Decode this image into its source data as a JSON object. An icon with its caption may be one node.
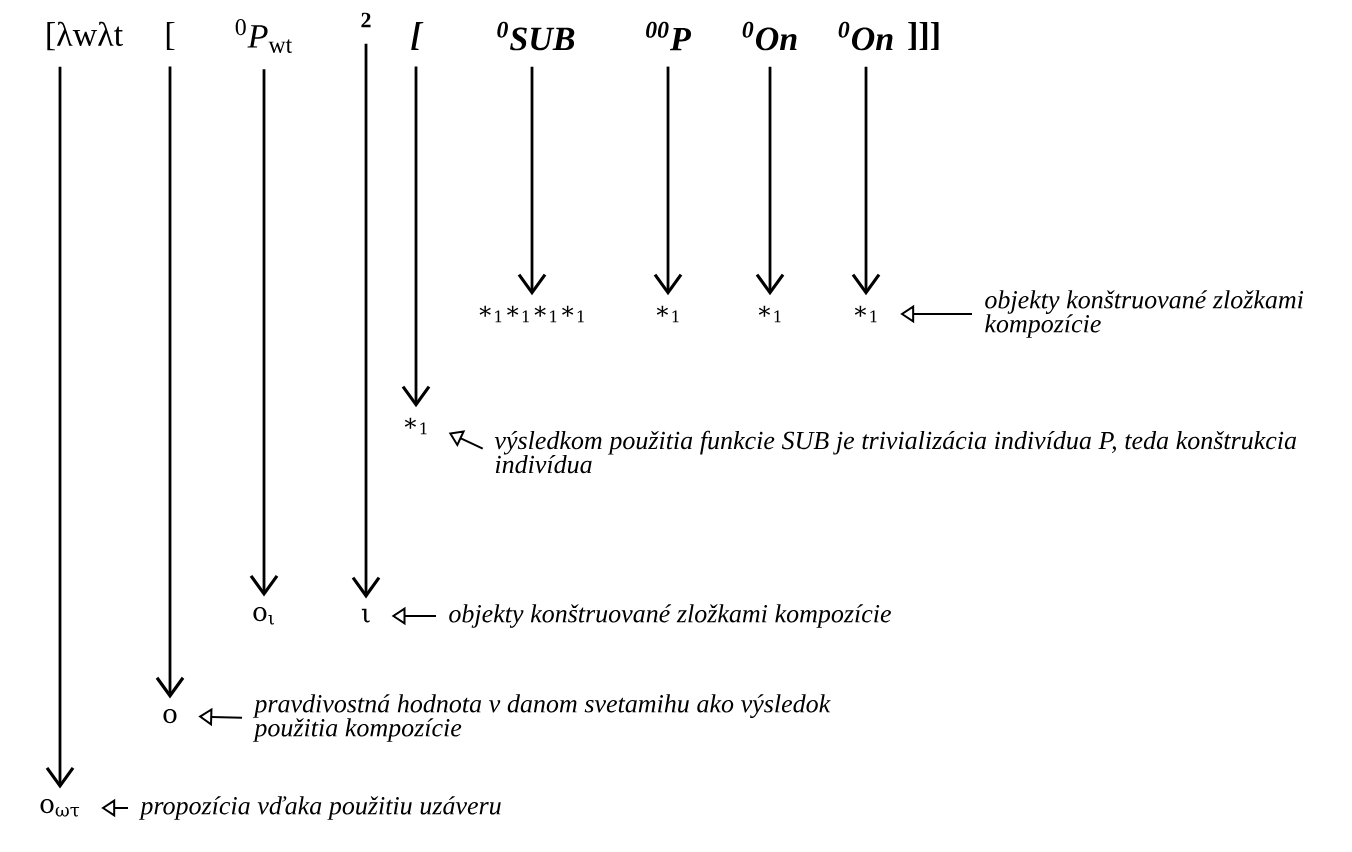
{
  "diagram": {
    "nodes": [
      {
        "text": [
          "[λwλt"
        ]
      },
      {
        "text": [
          "["
        ]
      },
      {
        "text": [
          "$^{0}$*P*$_{wt}$"
        ]
      },
      {
        "text": [
          "2"
        ]
      },
      {
        "text": [
          "["
        ]
      },
      {
        "text": [
          "$^{0}$SUB"
        ]
      },
      {
        "text": [
          "$^{00}$P"
        ]
      },
      {
        "text": [
          "$^{0}$On"
        ]
      },
      {
        "text": [
          "$^{0}$On"
        ]
      },
      {
        "text": [
          "∗$_{1}$∗$_{1}$∗$_{1}$∗$_{1}$"
        ]
      },
      {
        "text": [
          "∗$_{1}$"
        ]
      },
      {
        "text": [
          "∗$_{1}$"
        ]
      },
      {
        "text": [
          "∗$_{1}$"
        ]
      },
      {
        "text": [
          "objekty konštruované zložkami kompozície"
        ]
      },
      {
        "text": [
          "∗$_{1}$"
        ]
      },
      {
        "text": [
          "výsledkom použitia funkcie SUB je trivializácia indivídua P, teda konštrukcia indivídua"
        ]
      },
      {
        "text": [
          "o$_{ι}$"
        ]
      },
      {
        "text": [
          "ι"
        ]
      },
      {
        "text": [
          "objekty konštruované zložkami kompozície"
        ]
      },
      {
        "text": [
          "o"
        ]
      },
      {
        "text": [
          "pravdivostná hodnota v danom svetamihu ako výsledok použitia kompozície"
        ]
      },
      {
        "text": [
          "o$_{ωτ}$"
        ]
      },
      {
        "text": [
          "propozícia vďaka použitiu uzáveru"
        ]
      }
    ],
    "edges": [
      {
        "from": 5,
        "to": 9,
        "arrow": "to"
      },
      {
        "from": 6,
        "to": 10,
        "arrow": "to"
      },
      {
        "from": 7,
        "to": 11,
        "arrow": "to"
      },
      {
        "from": 8,
        "to": 12,
        "arrow": "to"
      },
      {
        "from": 13,
        "to": 12,
        "arrow": "to"
      },
      {
        "from": 4,
        "to": 14,
        "arrow": "to"
      },
      {
        "from": 15,
        "to": 14,
        "arrow": "to"
      },
      {
        "from": 2,
        "to": 16,
        "arrow": "to"
      },
      {
        "from": 3,
        "to": 17,
        "arrow": "to"
      },
      {
        "from": 18,
        "to": 17,
        "arrow": "to"
      },
      {
        "from": 1,
        "to": 19,
        "arrow": "to"
      },
      {
        "from": 20,
        "to": 19,
        "arrow": "to"
      },
      {
        "from": 0,
        "to": 21,
        "arrow": "to"
      },
      {
        "from": 22,
        "to": 21,
        "arrow": "to"
      }
    ],
    "labels": [
      "]]]"
    ]
  }
}
